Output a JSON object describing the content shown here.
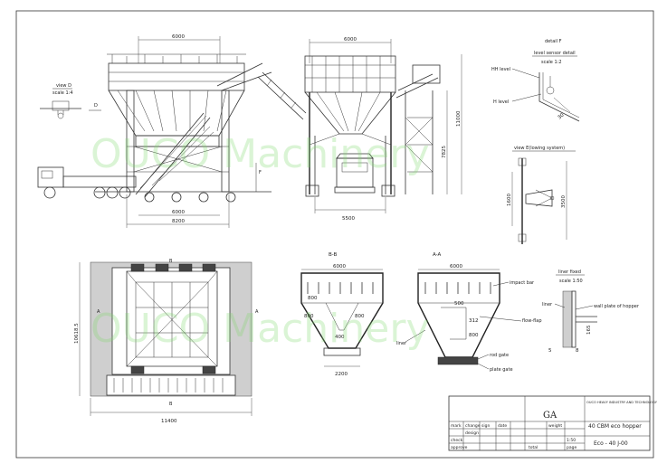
{
  "watermark": "OUCO Machinery",
  "labels": {
    "view_d": "view D",
    "view_d_scale": "scale 1:4",
    "d_marker": "D",
    "f_marker": "F",
    "detail_f": "detail F",
    "level_sensor": "level sensor detail",
    "detail_scale": "scale 1:2",
    "hh_level": "HH level",
    "h_level": "H level",
    "view_e": "view E(lowing system)",
    "liner_fixed": "liner fixed",
    "liner_scale": "scale 1:50",
    "liner": "liner",
    "wall_plate": "wall plate of hopper",
    "section_bb": "B-B",
    "section_aa": "A-A",
    "impact_bar": "impact bar",
    "flow_flap": "flow-flap",
    "liner_lbl": "liner",
    "rod_gate": "rod gate",
    "plate_gate": "plate gate",
    "mark_a_left": "A",
    "mark_a_right": "A",
    "mark_b_top": "B",
    "mark_b_bottom": "B"
  },
  "dims": {
    "front_top": "6000",
    "front_bot1": "6000",
    "front_bot2": "8200",
    "side_top": "6000",
    "side_bot": "5500",
    "side_h1": "11000",
    "side_h2": "7825",
    "plan_w": "11400",
    "plan_h": "10618.5",
    "bb_top": "6000",
    "bb_bot": "2200",
    "aa_top": "6000",
    "bb_800a": "800",
    "bb_800b": "800",
    "bb_800c": "800",
    "bb_400": "400",
    "aa_500": "500",
    "aa_312": "312",
    "aa_800": "800",
    "ve_1600": "1600",
    "ve_3500": "3500",
    "det_30": "30",
    "lf_5": "5",
    "lf_8": "8",
    "lf_165": "165"
  },
  "title_block": {
    "company": "OUCO HEAVY INDUSTRY AND TECHNOLOGY",
    "drawing_title": "GA",
    "product": "40 CBM eco hopper",
    "drawing_no": "Eco - 40 J-00",
    "weight_lbl": "weight",
    "scale_val": "1:50",
    "col_mark": "mark",
    "col_change": "change",
    "col_sign": "sign",
    "col_date": "date",
    "col_check": "check",
    "col_total": "total",
    "col_page": "page",
    "col_design": "design",
    "col_approve": "approve"
  }
}
